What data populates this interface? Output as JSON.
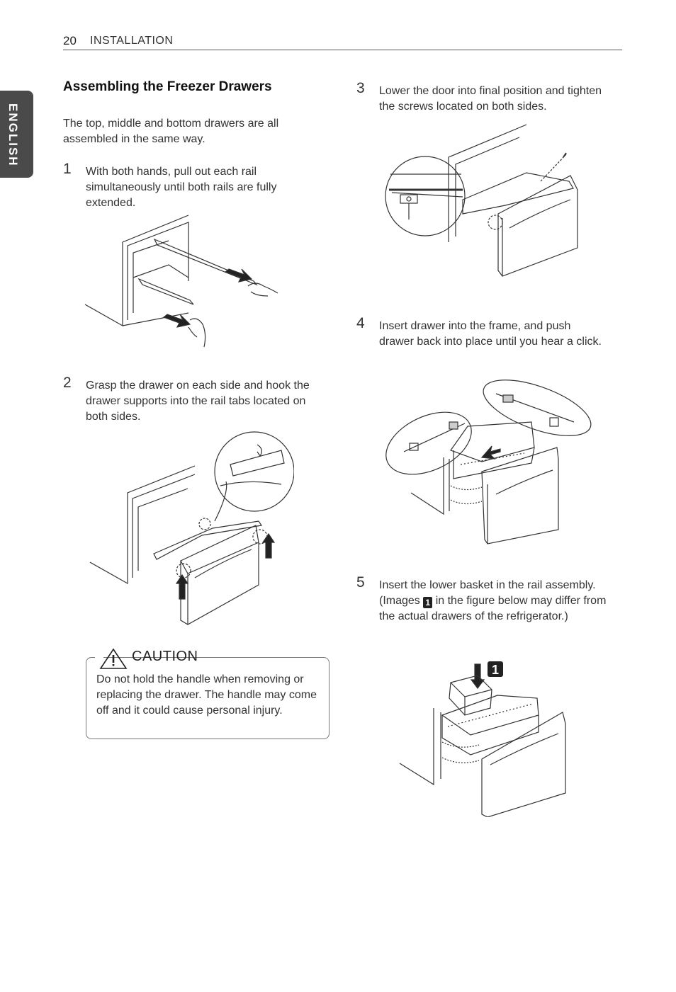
{
  "header": {
    "page_number": "20",
    "section": "INSTALLATION"
  },
  "side_tab": {
    "label": "ENGLISH"
  },
  "title": "Assembling the Freezer Drawers",
  "intro": "The top, middle and bottom drawers are all assembled in the same way.",
  "steps": [
    {
      "num": "1",
      "text": "With both hands, pull out each rail simultaneously until both rails are fully extended."
    },
    {
      "num": "2",
      "text": "Grasp the drawer on each side and hook the drawer supports into the rail tabs located on both sides."
    },
    {
      "num": "3",
      "text": "Lower the door into final position and tighten the screws located on both sides."
    },
    {
      "num": "4",
      "text": "Insert drawer into the frame, and push drawer back into place until you hear a click."
    },
    {
      "num": "5",
      "text": "Insert the lower basket in the rail assembly.",
      "note_pre": "(Images",
      "badge": "1",
      "note_post": "in the figure below may differ from the actual drawers of the refrigerator.)"
    }
  ],
  "caution": {
    "title": "CAUTION",
    "text": "Do not hold the handle when removing or replacing the drawer. The handle may come off and it could cause personal injury."
  },
  "figure5_label": "1"
}
